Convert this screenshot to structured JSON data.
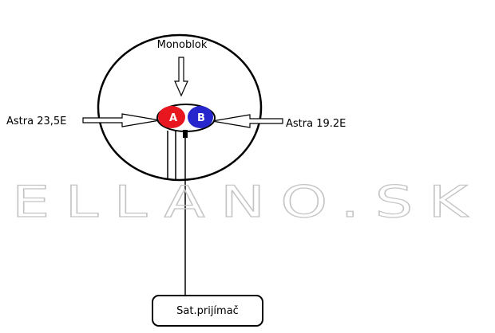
{
  "labels": {
    "monoblok": "Monoblok",
    "astra_left": "Astra 23,5E",
    "astra_right": "Astra 19.2E",
    "lnb_a": "A",
    "lnb_b": "B",
    "receiver": "Sat.prijímač",
    "watermark": "ELLANO.SK"
  },
  "colors": {
    "lnb_a": "#e8161f",
    "lnb_b": "#2626cc",
    "line": "#000000",
    "watermark": "#bdbdbd"
  }
}
